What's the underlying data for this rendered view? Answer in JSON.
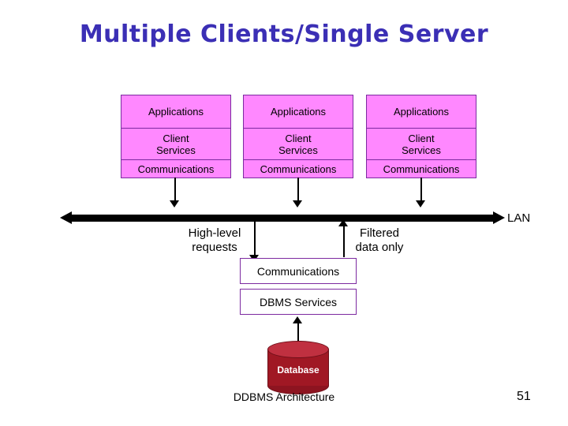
{
  "slide": {
    "title": "Multiple Clients/Single Server",
    "lan_label": "LAN",
    "footer_text": "DDBMS Architecture",
    "page_number": "51"
  },
  "clients": [
    {
      "applications": "Applications",
      "services_line1": "Client",
      "services_line2": "Services",
      "communications": "Communications"
    },
    {
      "applications": "Applications",
      "services_line1": "Client",
      "services_line2": "Services",
      "communications": "Communications"
    },
    {
      "applications": "Applications",
      "services_line1": "Client",
      "services_line2": "Services",
      "communications": "Communications"
    }
  ],
  "annotations": {
    "left_line1": "High-level",
    "left_line2": "requests",
    "right_line1": "Filtered",
    "right_line2": "data only"
  },
  "server": {
    "communications": "Communications",
    "dbms_services": "DBMS Services",
    "database_label": "Database"
  },
  "colors": {
    "title": "#3b2fb5",
    "client_fill": "#ff88ff",
    "client_border": "#7c2aa0",
    "bus": "#000000",
    "db_body": "#a01824",
    "db_top": "#c03040"
  }
}
